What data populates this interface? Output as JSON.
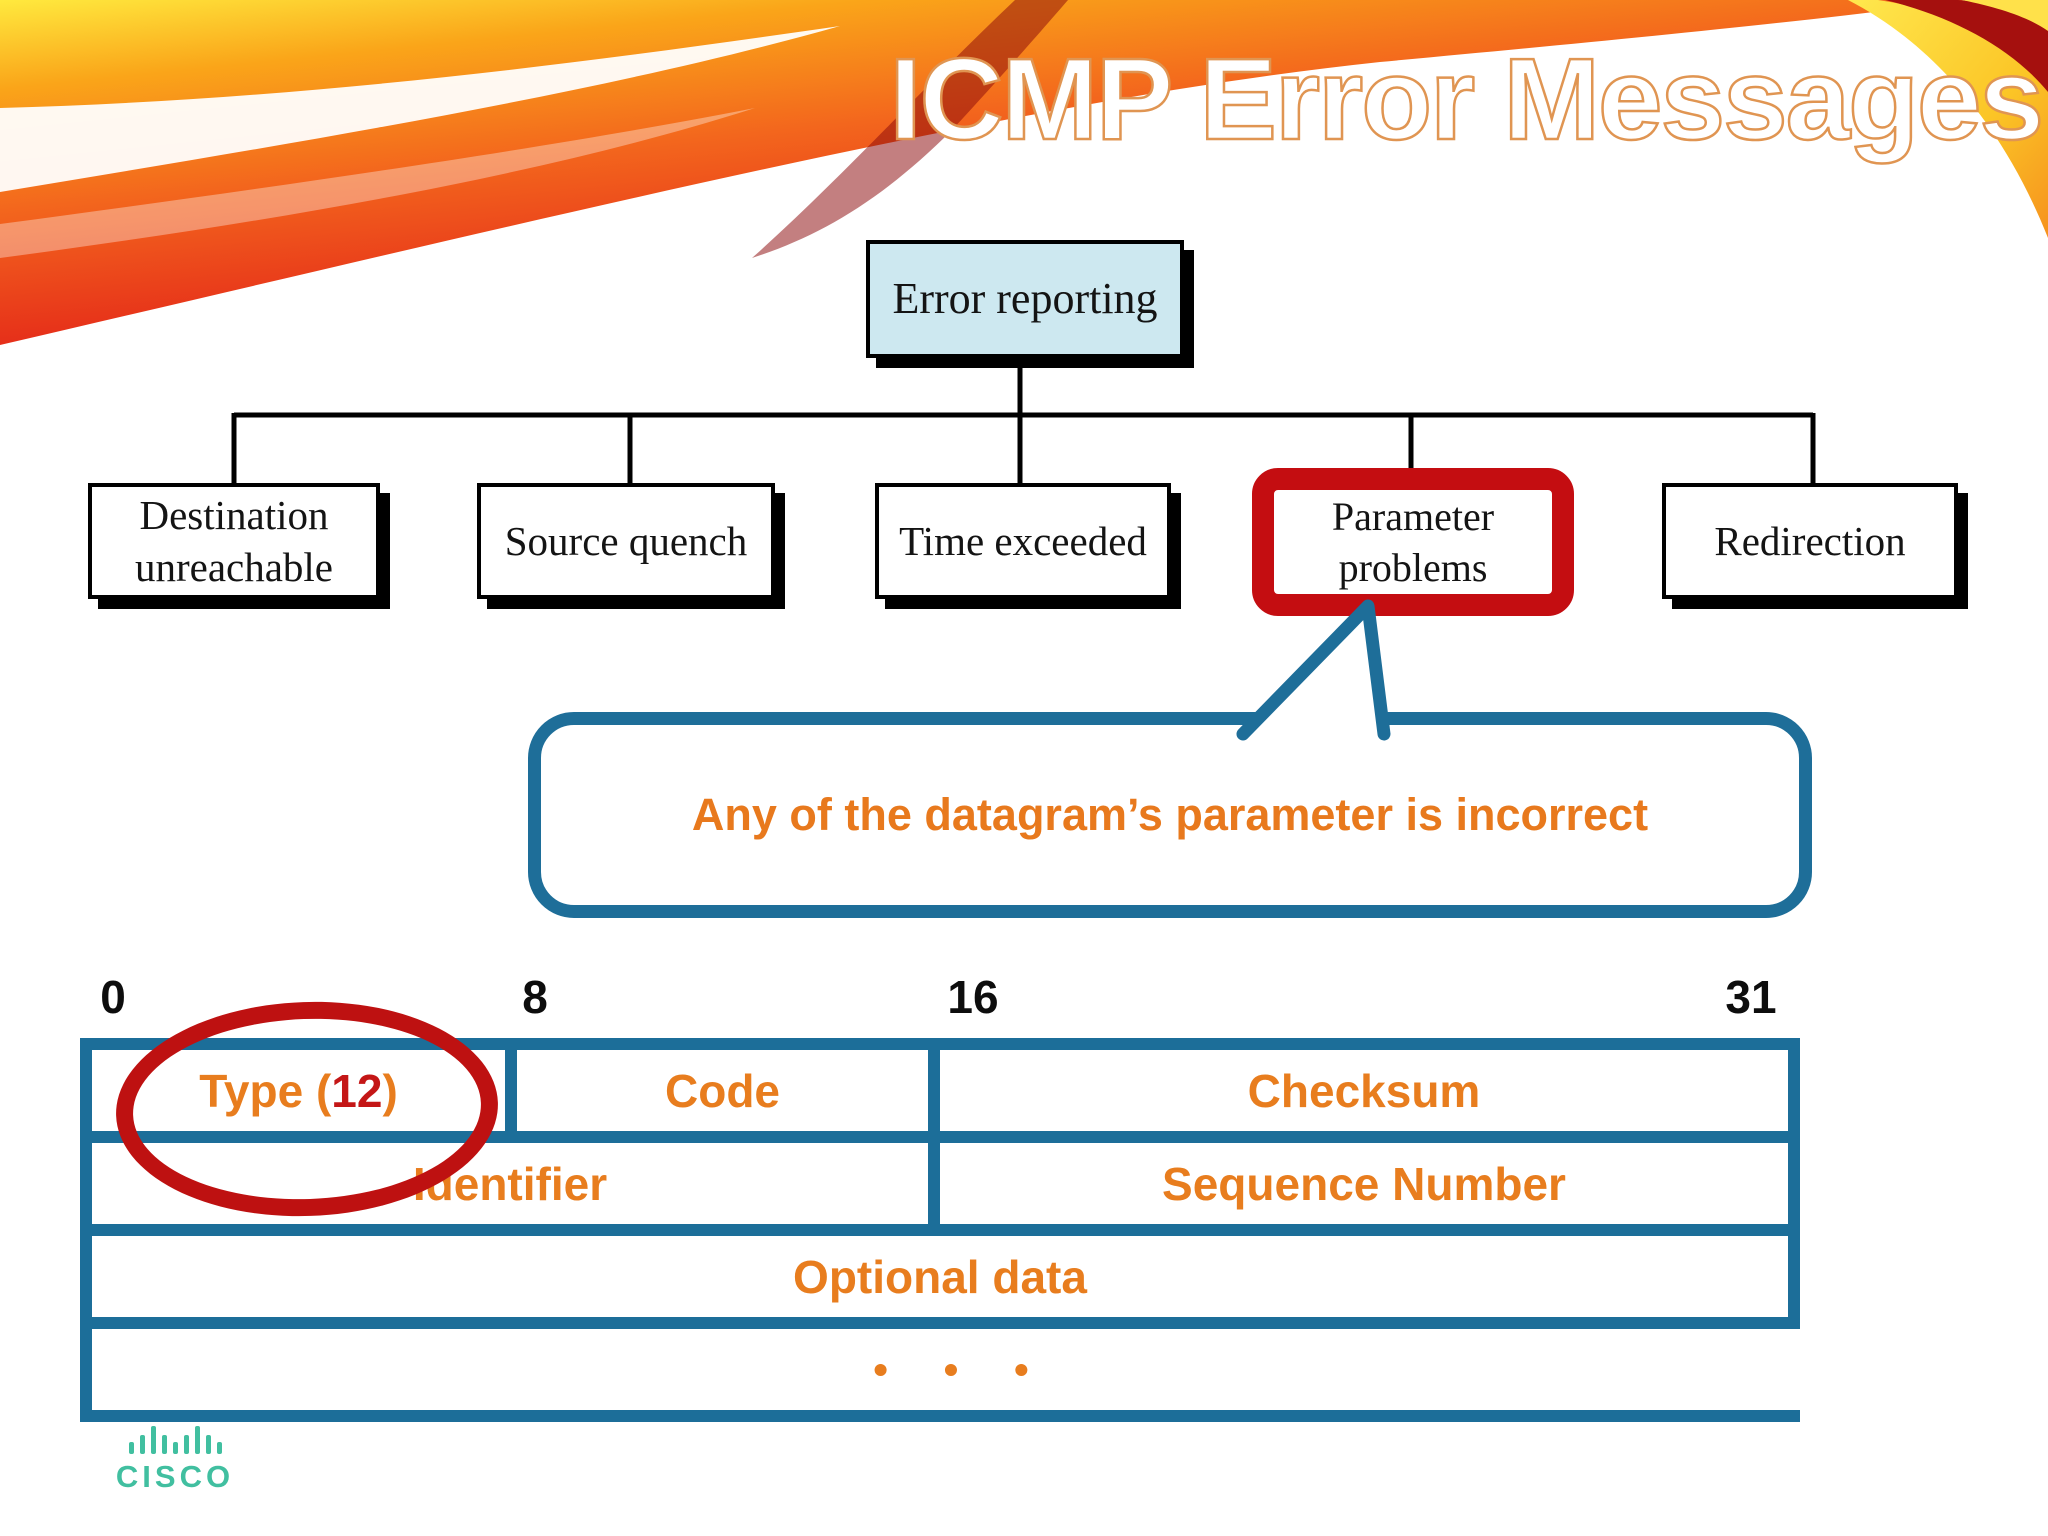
{
  "title": "ICMP Error Messages",
  "colors": {
    "accent_orange": "#E87D1E",
    "highlight_red": "#C40D11",
    "circle_red": "#BE1111",
    "teal_blue_border": "#1C6E99",
    "root_box_fill": "#CDE8F0",
    "cisco_teal": "#41BFA0",
    "title_outline": "#E09552"
  },
  "tree": {
    "root_label": "Error reporting",
    "children": [
      {
        "label": "Destination unreachable",
        "highlighted": false
      },
      {
        "label": "Source quench",
        "highlighted": false
      },
      {
        "label": "Time exceeded",
        "highlighted": false
      },
      {
        "label": "Parameter problems",
        "highlighted": true
      },
      {
        "label": "Redirection",
        "highlighted": false
      }
    ]
  },
  "callout": {
    "text": "Any of the datagram’s parameter is incorrect",
    "points_to": "Parameter problems"
  },
  "packet": {
    "bit_labels": [
      "0",
      "8",
      "16",
      "31"
    ],
    "type_field": {
      "prefix": "Type (",
      "value": "12",
      "suffix": ")"
    },
    "fields": {
      "code": "Code",
      "checksum": "Checksum",
      "identifier": "Identifier",
      "sequence_number": "Sequence Number",
      "optional_data": "Optional data",
      "continuation_dots": "• • •"
    }
  },
  "footer": {
    "logo_text": "CISCO"
  }
}
